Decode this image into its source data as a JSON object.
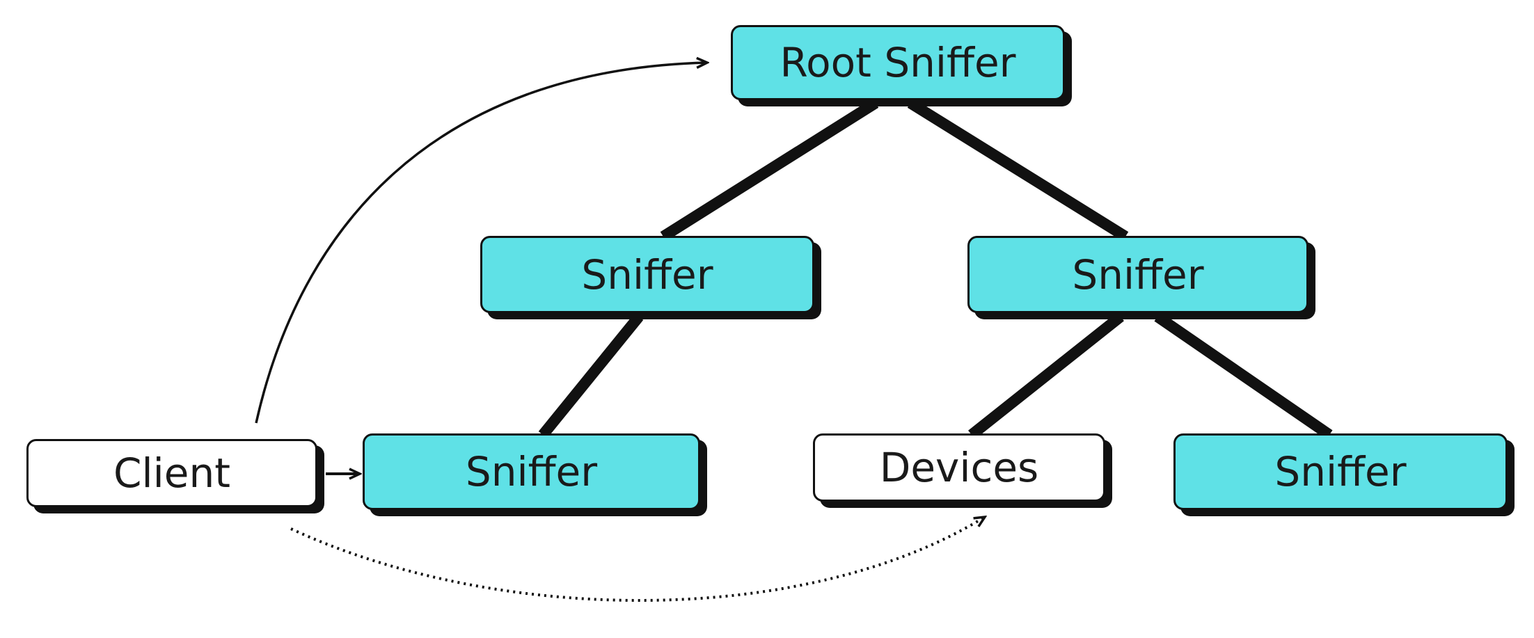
{
  "nodes": {
    "root": {
      "label": "Root Sniffer"
    },
    "sniffer_left": {
      "label": "Sniffer"
    },
    "sniffer_right": {
      "label": "Sniffer"
    },
    "client": {
      "label": "Client"
    },
    "sniffer_left_leaf": {
      "label": "Sniffer"
    },
    "devices": {
      "label": "Devices"
    },
    "sniffer_right_leaf": {
      "label": "Sniffer"
    }
  },
  "colors": {
    "sniffer_fill": "#5fe1e6",
    "plain_fill": "#ffffff",
    "outline": "#111111"
  },
  "edges": [
    {
      "from": "root",
      "to": "sniffer_left",
      "style": "thick"
    },
    {
      "from": "root",
      "to": "sniffer_right",
      "style": "thick"
    },
    {
      "from": "sniffer_left",
      "to": "sniffer_left_leaf",
      "style": "thick"
    },
    {
      "from": "sniffer_right",
      "to": "devices",
      "style": "thick"
    },
    {
      "from": "sniffer_right",
      "to": "sniffer_right_leaf",
      "style": "thick"
    },
    {
      "from": "client",
      "to": "sniffer_left_leaf",
      "style": "arrow"
    },
    {
      "from": "client",
      "to": "root",
      "style": "curved-arrow"
    },
    {
      "from": "client",
      "to": "devices",
      "style": "dotted-curved-arrow"
    }
  ]
}
